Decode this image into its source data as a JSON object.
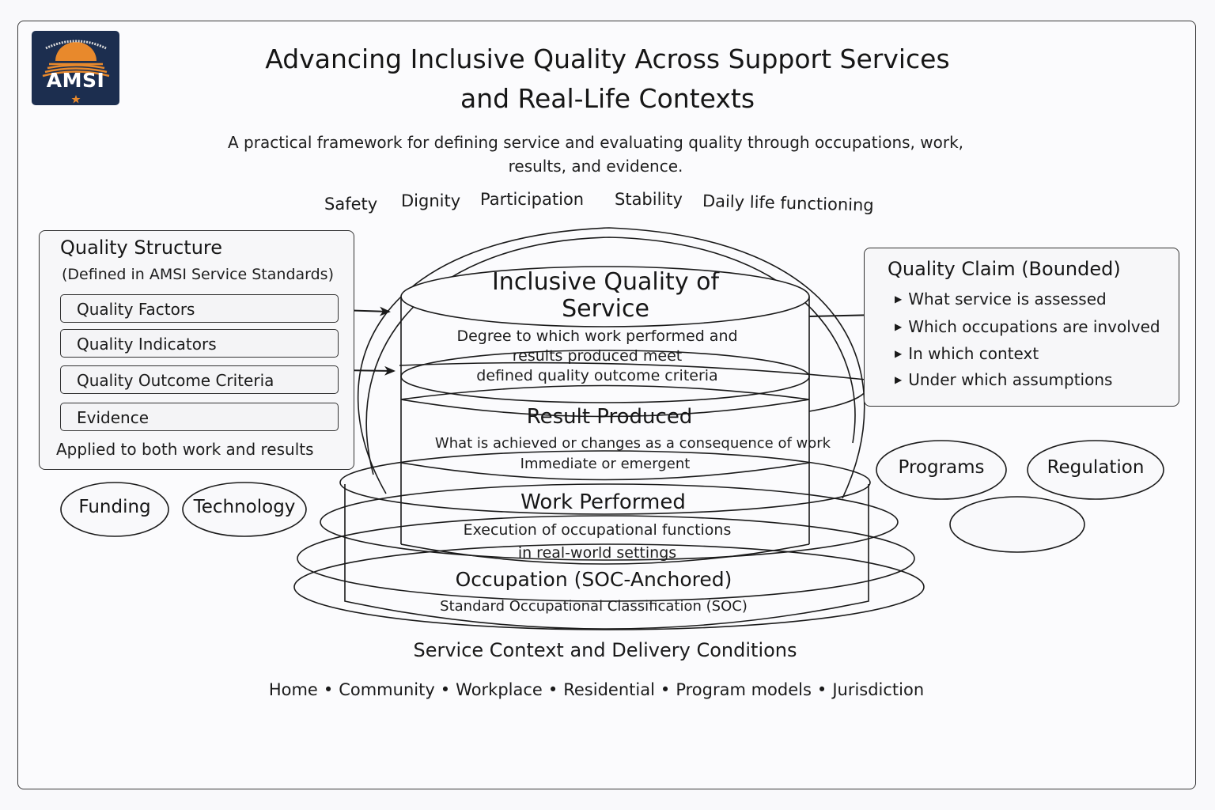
{
  "logo": {
    "text": "AMSI",
    "icon": "sunrise-logo-icon",
    "colors": {
      "background": "#1c2e4f",
      "accent": "#e8892c",
      "text": "#ffffff"
    }
  },
  "header": {
    "title_line1": "Advancing Inclusive Quality Across Support Services",
    "title_line2": "and Real-Life Contexts",
    "subtitle_line1": "A practical framework for defining service and evaluating quality through occupations, work,",
    "subtitle_line2": "results, and evidence."
  },
  "values": [
    "Safety",
    "Dignity",
    "Participation",
    "Stability",
    "Daily life functioning"
  ],
  "quality_structure": {
    "title": "Quality Structure",
    "subtitle": "(Defined in AMSI Service Standards)",
    "items": [
      "Quality Factors",
      "Quality Indicators",
      "Quality Outcome Criteria",
      "Evidence"
    ],
    "footer": "Applied to both work and results"
  },
  "layers": [
    {
      "title": "Inclusive Quality of",
      "title2": "Service",
      "desc1": "Degree to which work performed and",
      "desc2": "results produced meet",
      "desc3": "defined quality outcome criteria"
    },
    {
      "title": "Result Produced",
      "desc1": "What is achieved or changes as a consequence of work",
      "desc2": "Immediate or emergent"
    },
    {
      "title": "Work Performed",
      "desc1": "Execution of occupational functions",
      "desc2": "in real-world settings"
    },
    {
      "title": "Occupation (SOC-Anchored)",
      "desc1": "Standard Occupational Classification (SOC)"
    }
  ],
  "quality_claim": {
    "title": "Quality Claim (Bounded)",
    "items": [
      "What service is assessed",
      "Which occupations are involved",
      "In which context",
      "Under which assumptions"
    ]
  },
  "influences_left": [
    "Funding",
    "Technology"
  ],
  "influences_right": [
    "Programs",
    "Regulation",
    ""
  ],
  "context": {
    "title": "Service Context and Delivery Conditions",
    "items": [
      "Home",
      "Community",
      "Workplace",
      "Residential",
      "Program models",
      "Jurisdiction"
    ],
    "separator": "•"
  },
  "icons": {
    "bullet": "▶"
  }
}
